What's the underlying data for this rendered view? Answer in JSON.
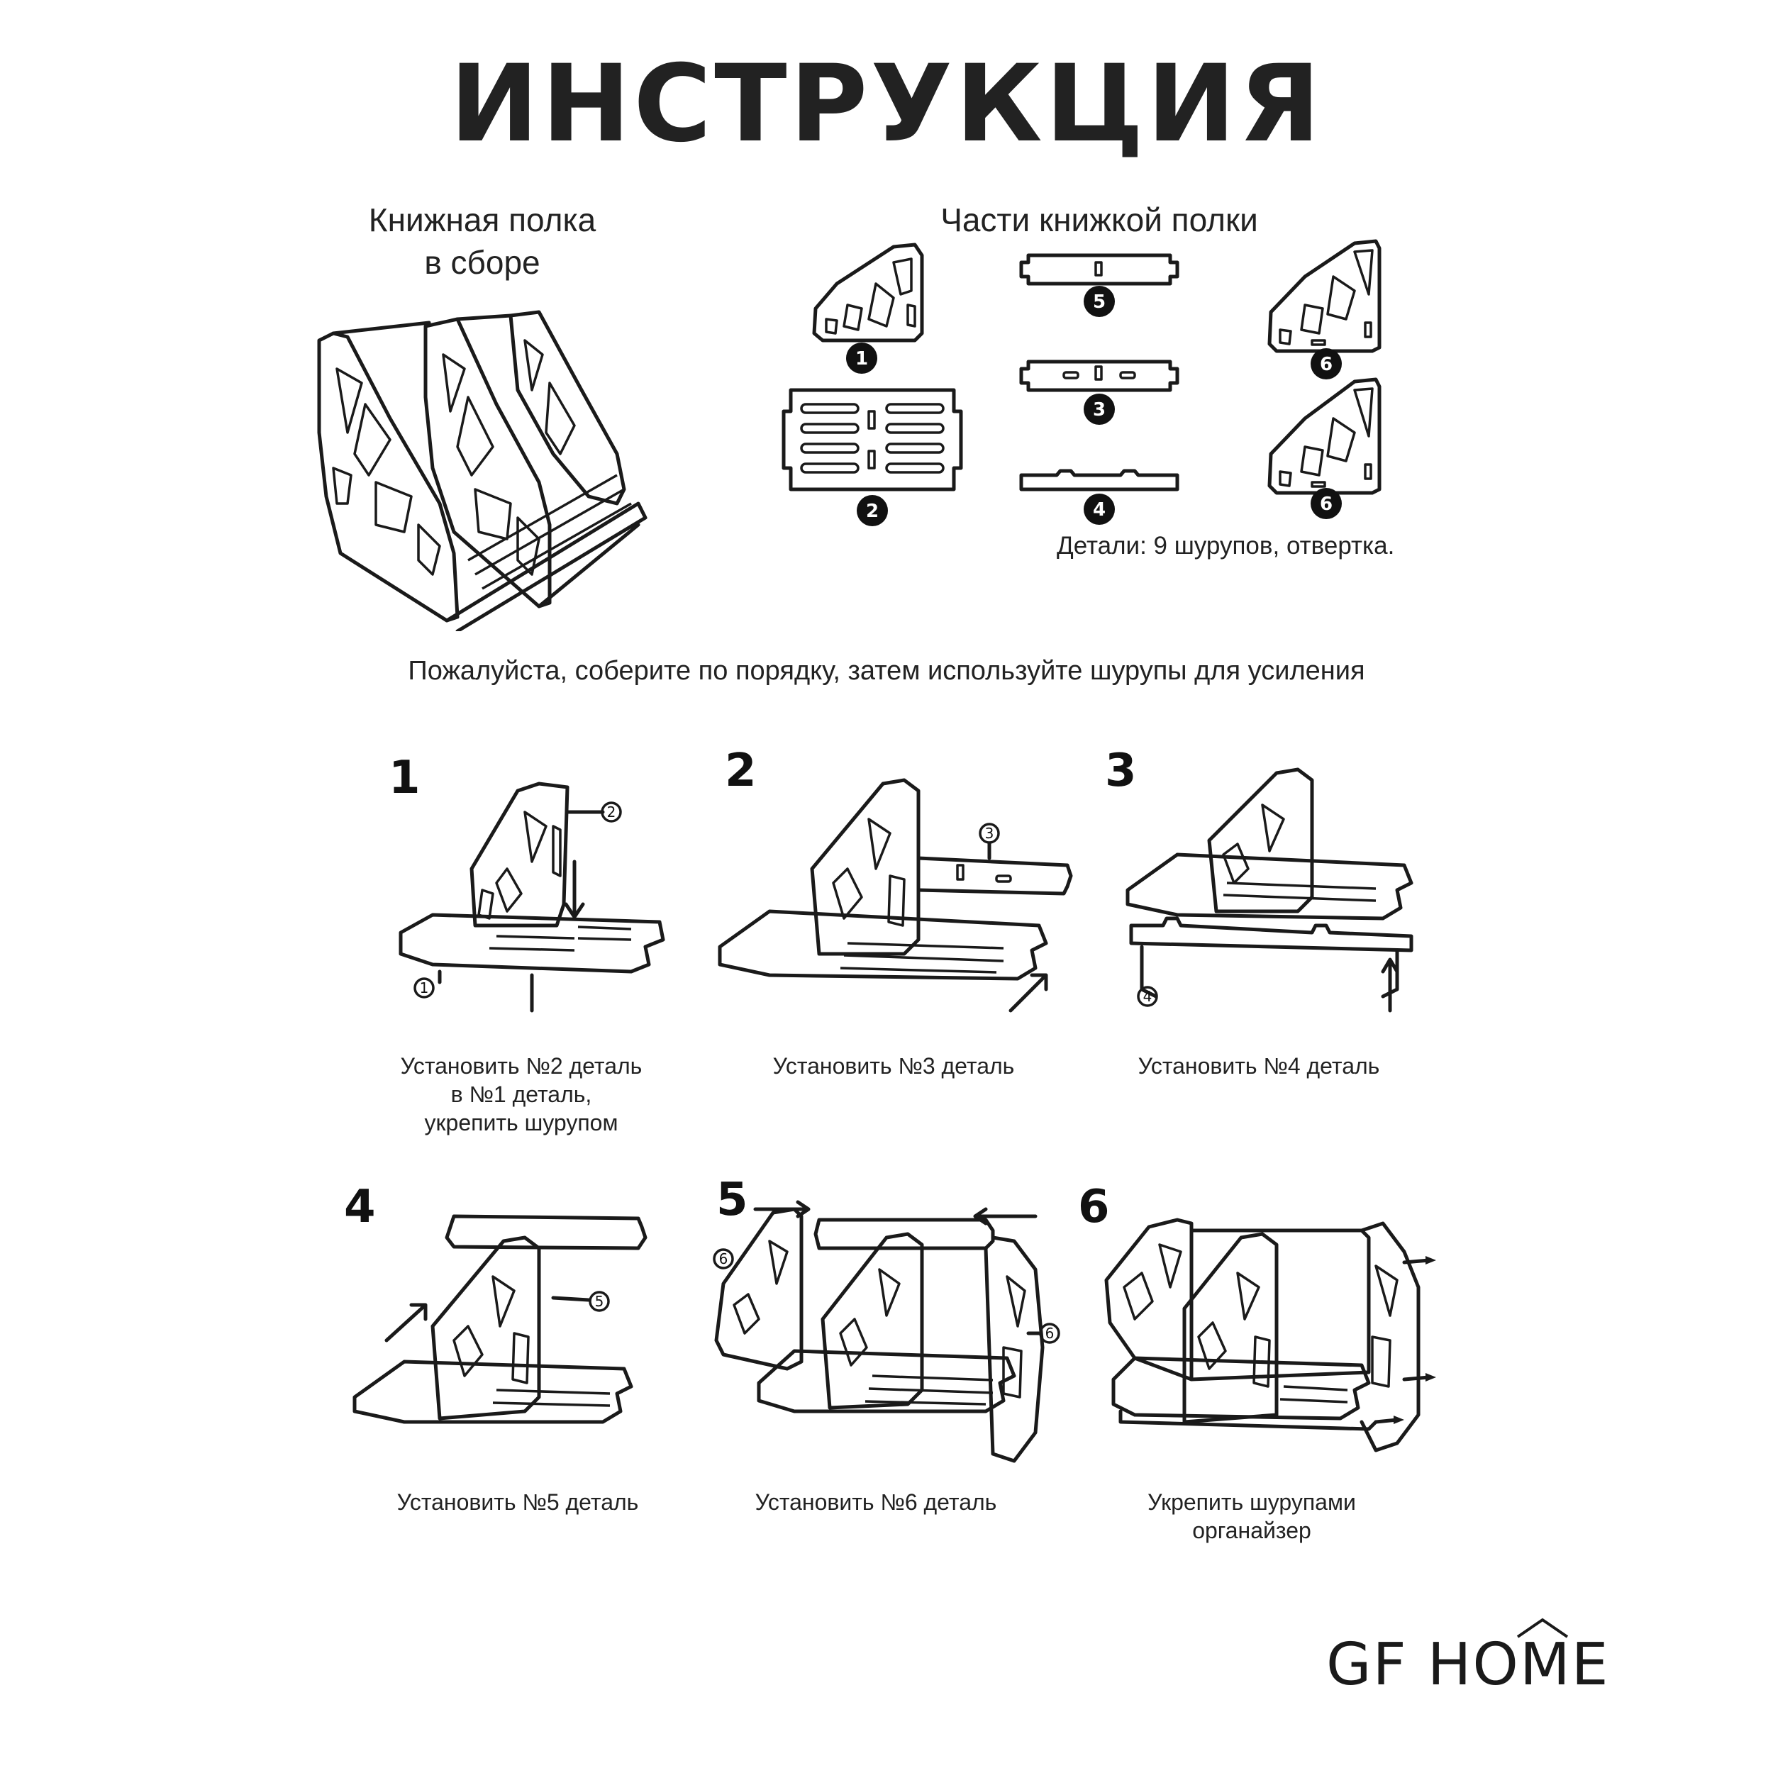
{
  "title": "ИНСТРУКЦИЯ",
  "assembled": {
    "heading_line1": "Книжная полка",
    "heading_line2": "в сборе"
  },
  "parts": {
    "heading": "Части книжкой полки",
    "badges": [
      "1",
      "2",
      "5",
      "3",
      "4",
      "6",
      "6"
    ],
    "note": "Детали: 9 шурупов, отвертка."
  },
  "instruction": "Пожалуйста, соберите по порядку, затем используйте шурупы для усиления",
  "steps": [
    {
      "number": "1",
      "callouts": [
        "2",
        "1"
      ],
      "caption_lines": [
        "Установить №2 деталь",
        "в №1 деталь,",
        "укрепить шурупом"
      ]
    },
    {
      "number": "2",
      "callouts": [
        "3"
      ],
      "caption_lines": [
        "Установить №3 деталь"
      ]
    },
    {
      "number": "3",
      "callouts": [
        "4"
      ],
      "caption_lines": [
        "Установить №4 деталь"
      ]
    },
    {
      "number": "4",
      "callouts": [
        "5"
      ],
      "caption_lines": [
        "Установить №5 деталь"
      ]
    },
    {
      "number": "5",
      "callouts": [
        "6",
        "6"
      ],
      "caption_lines": [
        "Установить №6 деталь"
      ]
    },
    {
      "number": "6",
      "callouts": [],
      "caption_lines": [
        "Укрепить шурупами",
        "органайзер"
      ]
    }
  ],
  "brand": {
    "text": "GF HOME"
  }
}
